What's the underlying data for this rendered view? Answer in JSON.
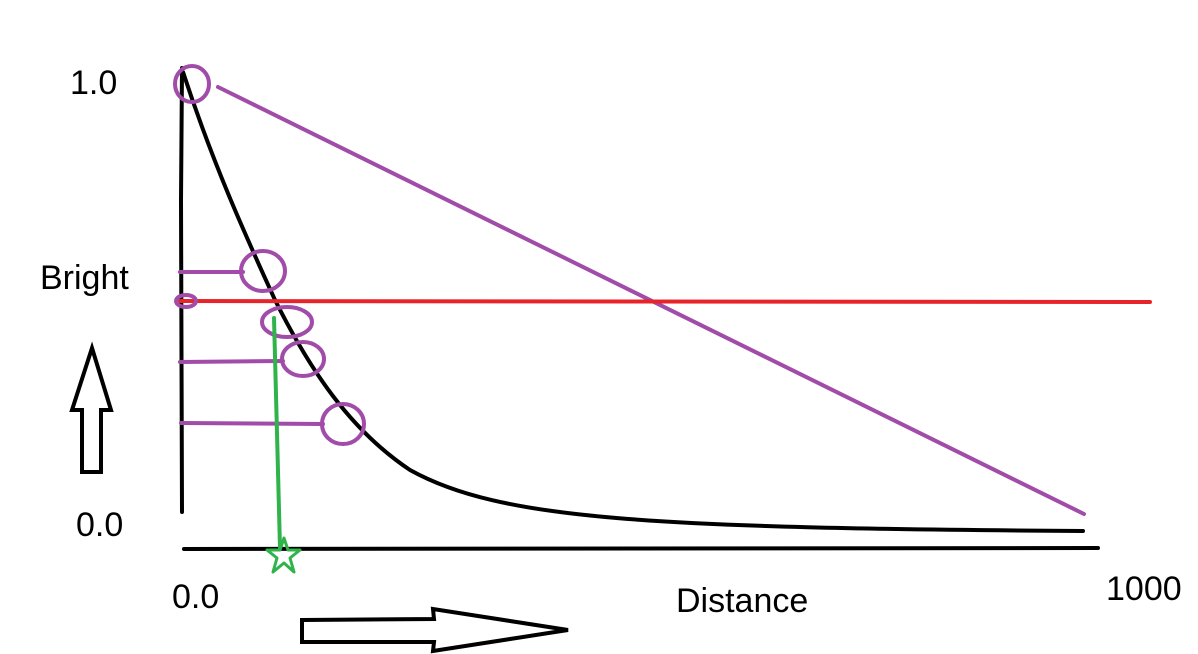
{
  "labels": {
    "y_top": "1.0",
    "y_mid": "Bright",
    "y_bottom": "0.0",
    "x_left": "0.0",
    "x_title": "Distance",
    "x_right": "1000"
  },
  "colors": {
    "axes": "#000000",
    "curve": "#000000",
    "linear_line": "#a04ca8",
    "markers": "#a04ca8",
    "threshold": "#e8232a",
    "drop_line": "#2fb34a",
    "star": "#2fb34a"
  },
  "icons": {
    "up_arrow": "up-outline-arrow-icon",
    "right_arrow": "right-outline-arrow-icon",
    "star": "star-icon"
  }
}
